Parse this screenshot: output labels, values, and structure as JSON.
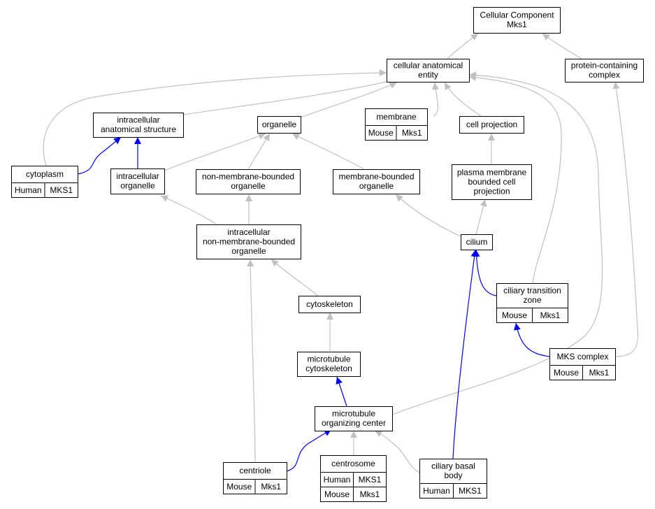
{
  "colors": {
    "gray_edge": "#c0c0c0",
    "blue_edge": "#0000ff",
    "human": "#fa5c48",
    "mouse": "#a8d8e6"
  },
  "nodes": [
    {
      "id": "cc",
      "lines": [
        "Cellular Component",
        "Mks1"
      ]
    },
    {
      "id": "cae",
      "lines": [
        "cellular anatomical",
        "entity"
      ]
    },
    {
      "id": "pcc",
      "lines": [
        "protein-containing",
        "complex"
      ]
    },
    {
      "id": "ias",
      "lines": [
        "intracellular",
        "anatomical structure"
      ]
    },
    {
      "id": "org",
      "lines": [
        "organelle"
      ]
    },
    {
      "id": "mem",
      "lines": [
        "membrane"
      ]
    },
    {
      "id": "cp",
      "lines": [
        "cell projection"
      ]
    },
    {
      "id": "cyt",
      "lines": [
        "cytoplasm"
      ]
    },
    {
      "id": "io",
      "lines": [
        "intracellular",
        "organelle"
      ]
    },
    {
      "id": "nmbo",
      "lines": [
        "non-membrane-bounded",
        "organelle"
      ]
    },
    {
      "id": "mbo",
      "lines": [
        "membrane-bounded",
        "organelle"
      ]
    },
    {
      "id": "pmbcp",
      "lines": [
        "plasma membrane",
        "bounded cell",
        "projection"
      ]
    },
    {
      "id": "inmbo",
      "lines": [
        "intracellular",
        "non-membrane-bounded",
        "organelle"
      ]
    },
    {
      "id": "cil",
      "lines": [
        "cilium"
      ]
    },
    {
      "id": "ctz",
      "lines": [
        "ciliary transition",
        "zone"
      ]
    },
    {
      "id": "csk",
      "lines": [
        "cytoskeleton"
      ]
    },
    {
      "id": "mtc",
      "lines": [
        "microtubule",
        "cytoskeleton"
      ]
    },
    {
      "id": "mks",
      "lines": [
        "MKS complex"
      ]
    },
    {
      "id": "moc",
      "lines": [
        "microtubule",
        "organizing center"
      ]
    },
    {
      "id": "cen",
      "lines": [
        "centriole"
      ]
    },
    {
      "id": "cso",
      "lines": [
        "centrosome"
      ]
    },
    {
      "id": "cbb",
      "lines": [
        "ciliary basal",
        "body"
      ]
    }
  ],
  "annotations": [
    {
      "node": "mem",
      "rows": [
        [
          "Mouse",
          "Mks1"
        ]
      ]
    },
    {
      "node": "cyt",
      "rows": [
        [
          "Human",
          "MKS1"
        ]
      ]
    },
    {
      "node": "ctz",
      "rows": [
        [
          "Mouse",
          "Mks1"
        ]
      ]
    },
    {
      "node": "mks",
      "rows": [
        [
          "Mouse",
          "Mks1"
        ]
      ]
    },
    {
      "node": "cen",
      "rows": [
        [
          "Mouse",
          "Mks1"
        ]
      ]
    },
    {
      "node": "cso",
      "rows": [
        [
          "Human",
          "MKS1"
        ],
        [
          "Mouse",
          "Mks1"
        ]
      ]
    },
    {
      "node": "cbb",
      "rows": [
        [
          "Human",
          "MKS1"
        ]
      ]
    }
  ],
  "edges": [
    {
      "from": "cae",
      "to": "cc",
      "style": "gray"
    },
    {
      "from": "pcc",
      "to": "cc",
      "style": "gray"
    },
    {
      "from": "ias",
      "to": "cae",
      "style": "gray"
    },
    {
      "from": "org",
      "to": "cae",
      "style": "gray"
    },
    {
      "from": "mem",
      "to": "cae",
      "style": "gray"
    },
    {
      "from": "cp",
      "to": "cae",
      "style": "gray"
    },
    {
      "from": "cyt",
      "to": "cae",
      "style": "gray"
    },
    {
      "from": "ctz",
      "to": "cae",
      "style": "gray"
    },
    {
      "from": "moc",
      "to": "cae",
      "style": "gray"
    },
    {
      "from": "mks",
      "to": "pcc",
      "style": "gray"
    },
    {
      "from": "cyt",
      "to": "ias",
      "style": "blue"
    },
    {
      "from": "io",
      "to": "ias",
      "style": "blue"
    },
    {
      "from": "io",
      "to": "org",
      "style": "gray"
    },
    {
      "from": "nmbo",
      "to": "org",
      "style": "gray"
    },
    {
      "from": "mbo",
      "to": "org",
      "style": "gray"
    },
    {
      "from": "pmbcp",
      "to": "cp",
      "style": "gray"
    },
    {
      "from": "inmbo",
      "to": "io",
      "style": "gray"
    },
    {
      "from": "inmbo",
      "to": "nmbo",
      "style": "gray"
    },
    {
      "from": "cil",
      "to": "mbo",
      "style": "gray"
    },
    {
      "from": "cil",
      "to": "pmbcp",
      "style": "gray"
    },
    {
      "from": "csk",
      "to": "inmbo",
      "style": "gray"
    },
    {
      "from": "cen",
      "to": "inmbo",
      "style": "gray"
    },
    {
      "from": "ctz",
      "to": "cil",
      "style": "blue"
    },
    {
      "from": "cbb",
      "to": "cil",
      "style": "blue"
    },
    {
      "from": "mtc",
      "to": "csk",
      "style": "gray"
    },
    {
      "from": "mks",
      "to": "ctz",
      "style": "blue"
    },
    {
      "from": "moc",
      "to": "mtc",
      "style": "blue"
    },
    {
      "from": "cen",
      "to": "moc",
      "style": "blue"
    },
    {
      "from": "cso",
      "to": "moc",
      "style": "gray"
    },
    {
      "from": "cbb",
      "to": "moc",
      "style": "gray"
    }
  ]
}
